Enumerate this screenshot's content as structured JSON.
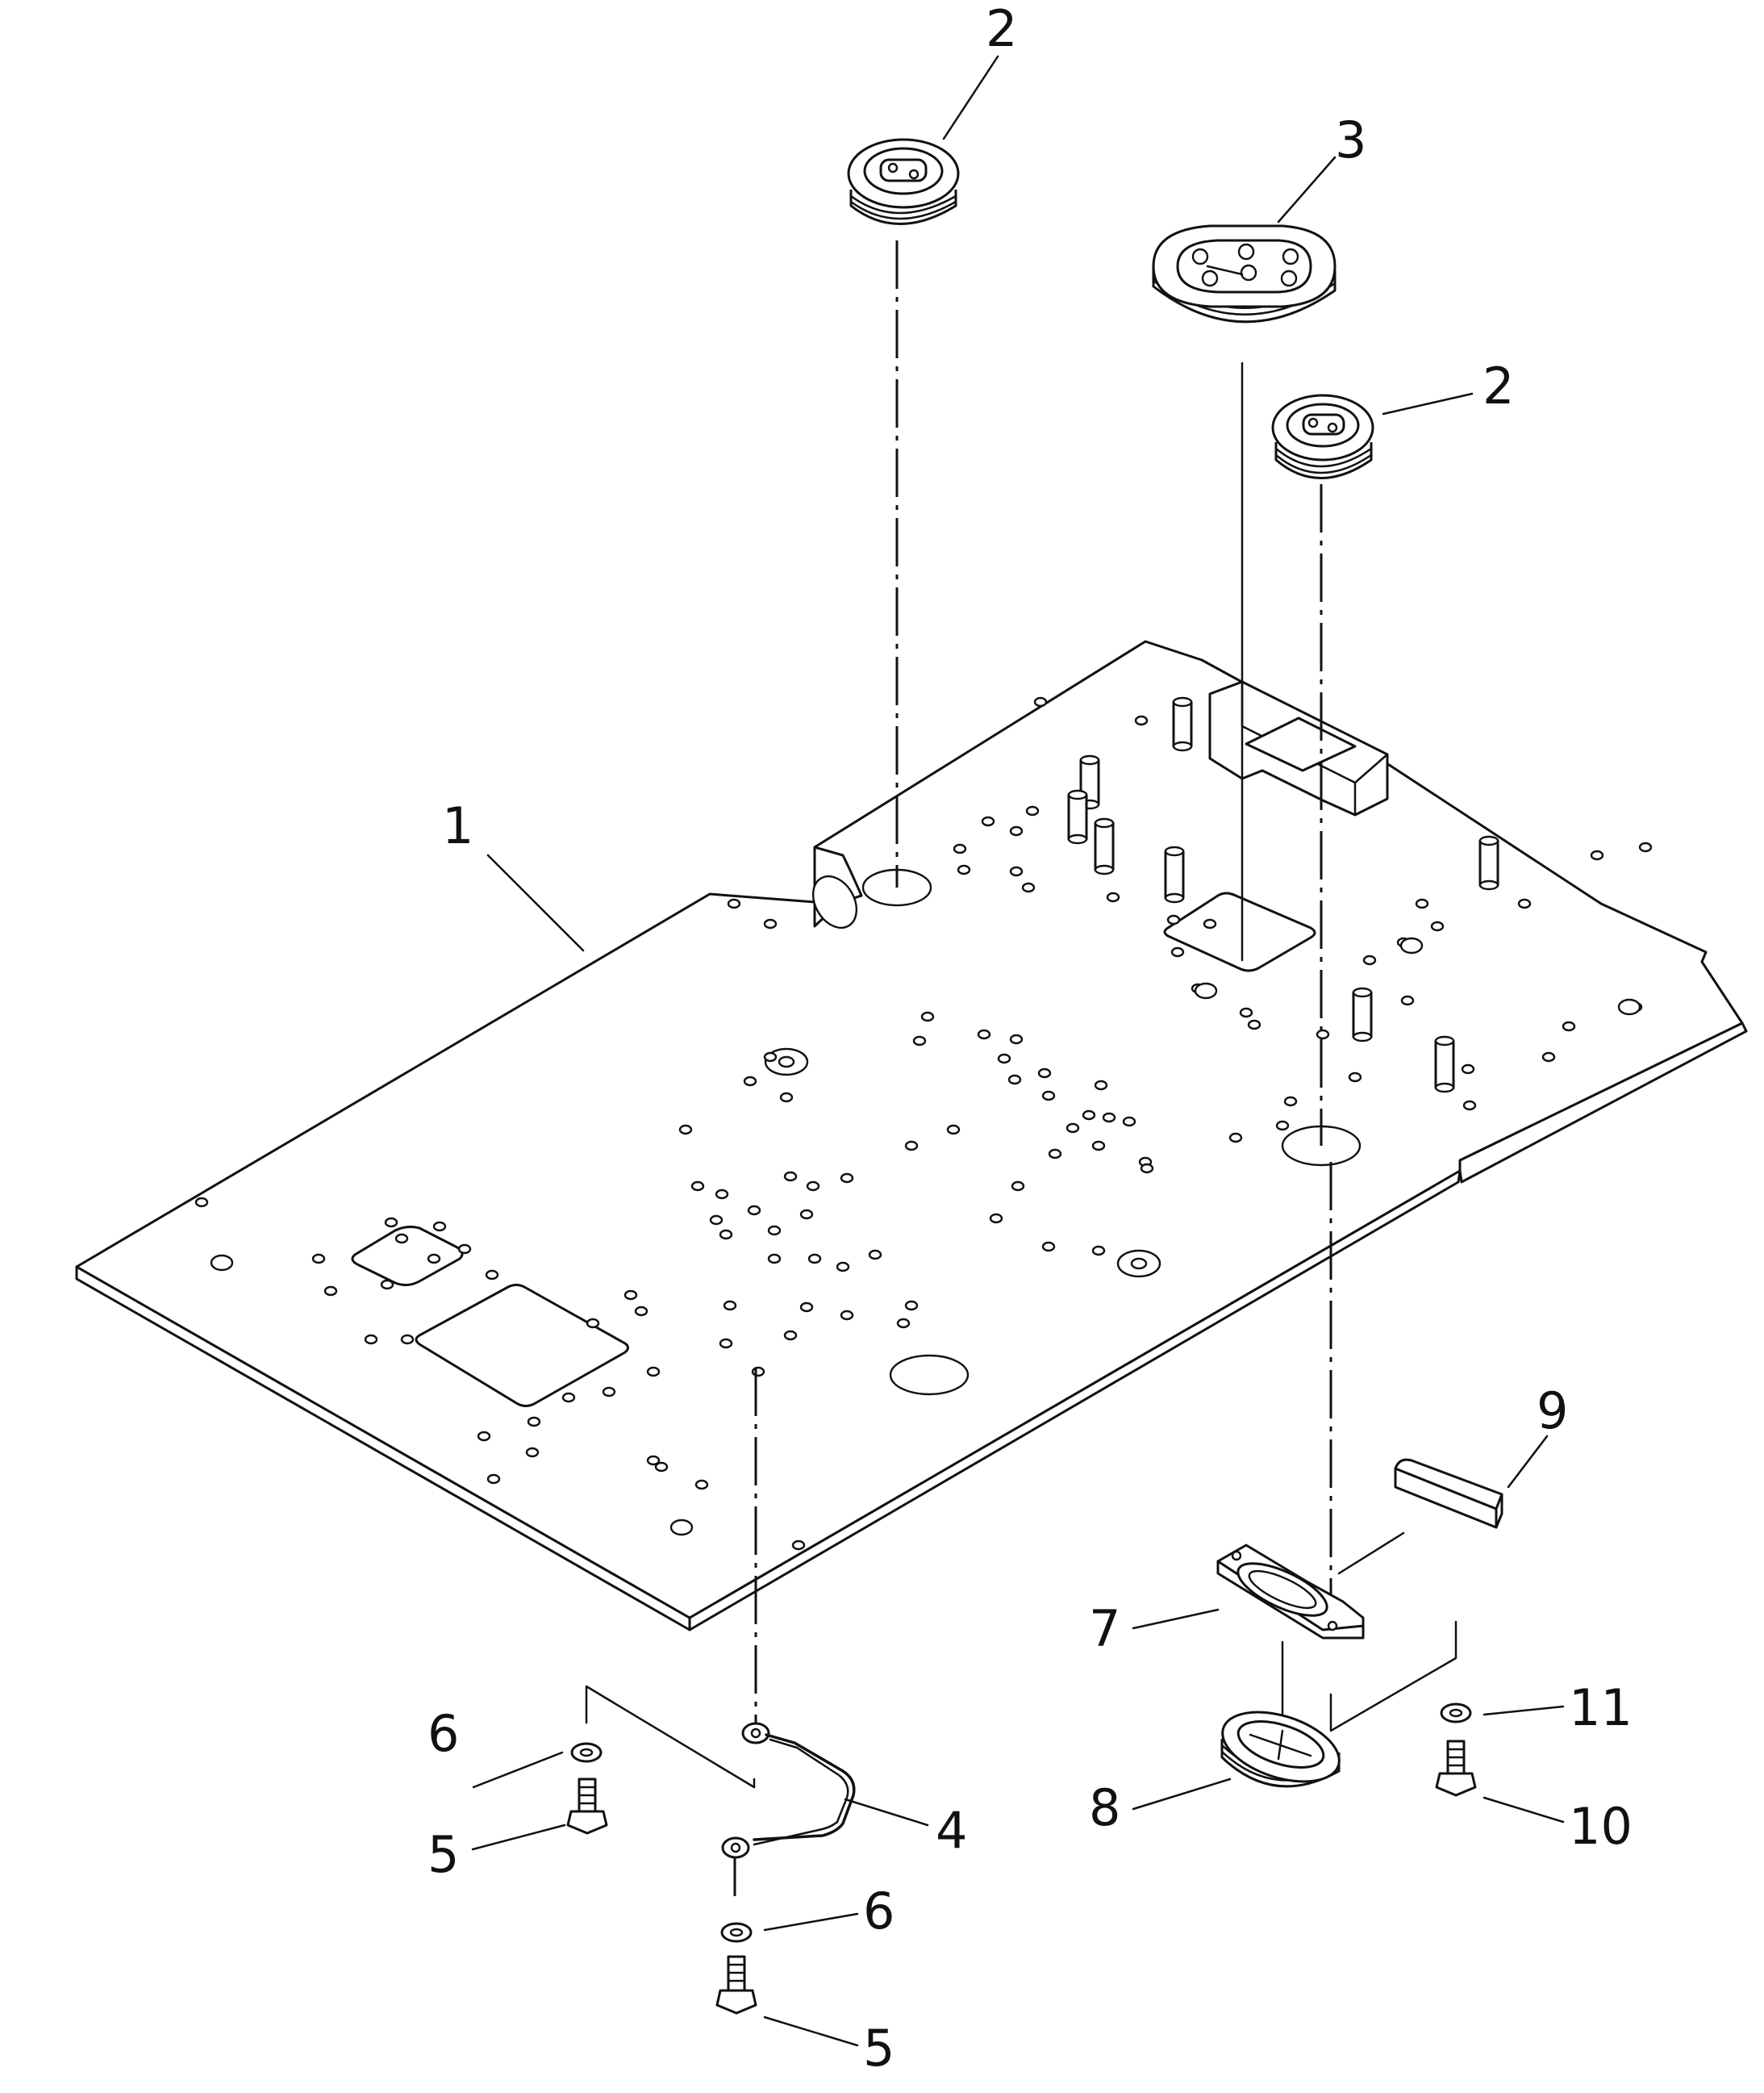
{
  "diagram": {
    "callouts": {
      "c1": "1",
      "c2a": "2",
      "c2b": "2",
      "c3": "3",
      "c4": "4",
      "c5a": "5",
      "c5b": "5",
      "c6a": "6",
      "c6b": "6",
      "c7": "7",
      "c8": "8",
      "c9": "9",
      "c10": "10",
      "c11": "11"
    }
  }
}
